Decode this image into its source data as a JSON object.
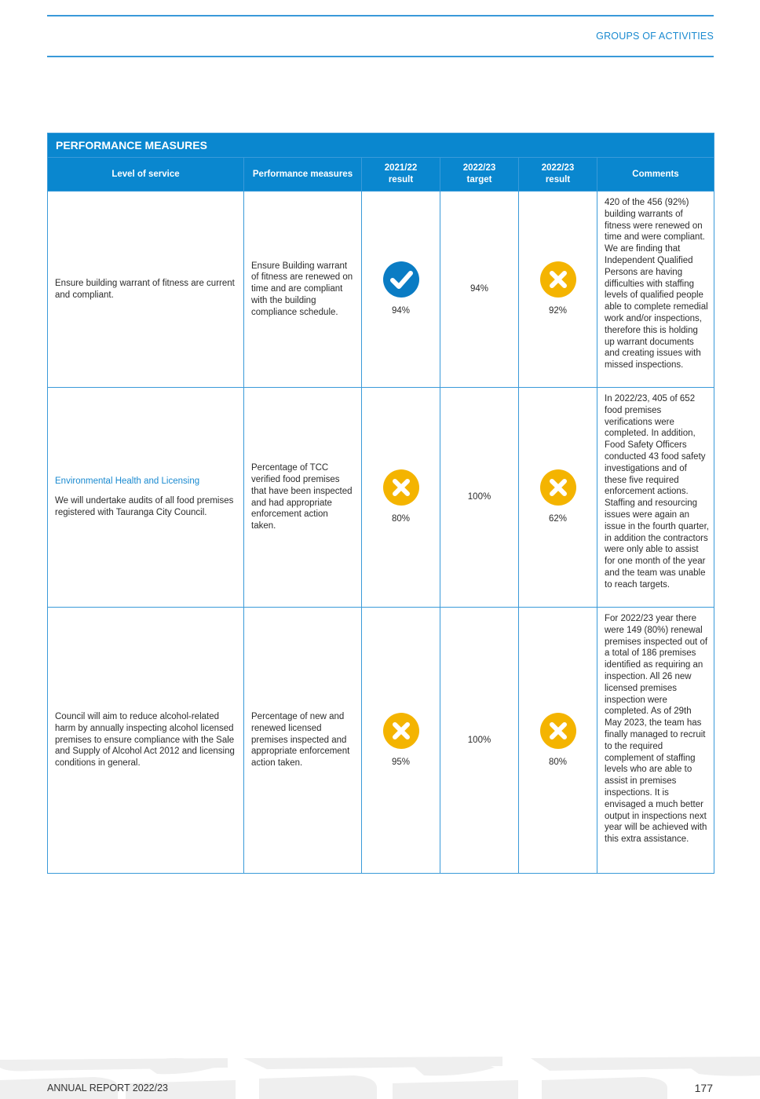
{
  "header": {
    "section_label": "GROUPS OF ACTIVITIES"
  },
  "table": {
    "title": "PERFORMANCE MEASURES",
    "columns": {
      "level_of_service": "Level of service",
      "performance_measures": "Performance measures",
      "result_2021_22": [
        "2021/22",
        "result"
      ],
      "target_2022_23": [
        "2022/23",
        "target"
      ],
      "result_2022_23": [
        "2022/23",
        "result"
      ],
      "comments": "Comments"
    },
    "rows": [
      {
        "level_link": "",
        "level_of_service": "Ensure building warrant of fitness are current and compliant.",
        "performance_measure": "Ensure Building warrant of fitness are renewed on time and are compliant with the building compliance schedule.",
        "result_2021_22": "94%",
        "result_2021_22_icon": "check-icon",
        "target_2022_23": "94%",
        "result_2022_23": "92%",
        "result_2022_23_icon": "cross-icon",
        "comment": "420 of the 456 (92%) building warrants of fitness were renewed on time and were compliant. We are finding that Independent Qualified Persons are having difficulties with staffing levels of qualified people able to complete remedial work and/or inspections, therefore this is holding up warrant documents and creating issues with missed inspections."
      },
      {
        "level_link": "Environmental Health and Licensing",
        "level_of_service": "We will undertake audits of all food premises registered with Tauranga City Council.",
        "performance_measure": "Percentage of TCC verified food premises that have been inspected and had appropriate enforcement action taken.",
        "result_2021_22": "80%",
        "result_2021_22_icon": "cross-icon",
        "target_2022_23": "100%",
        "result_2022_23": "62%",
        "result_2022_23_icon": "cross-icon",
        "comment": "In 2022/23, 405 of 652 food premises verifications were completed. In addition, Food Safety Officers conducted 43 food safety investigations and of these five required enforcement actions. Staffing and resourcing issues were again an issue in the fourth quarter, in addition the contractors were only able to assist for one month of the year and the team was unable to reach targets."
      },
      {
        "level_link": "",
        "level_of_service": "Council will aim to reduce alcohol-related harm by annually inspecting alcohol licensed premises to ensure compliance with the Sale and Supply of Alcohol Act 2012 and licensing conditions in general.",
        "performance_measure": "Percentage of new and renewed licensed premises inspected and appropriate enforcement action taken.",
        "result_2021_22": "95%",
        "result_2021_22_icon": "cross-icon",
        "target_2022_23": "100%",
        "result_2022_23": "80%",
        "result_2022_23_icon": "cross-icon",
        "comment": "For 2022/23 year there were 149 (80%) renewal premises inspected out of a total of 186 premises identified as requiring an inspection. All 26 new licensed premises inspection were completed.  As of 29th May 2023, the team has finally managed to recruit to the required complement of staffing levels who are able to assist in premises inspections. It is envisaged a much better output in inspections next year will be achieved with this extra assistance."
      }
    ]
  },
  "colors": {
    "accent": "#0a87cf",
    "achieved": "#0a7cc4",
    "not_achieved": "#f4b400",
    "rule": "#3a9ad9"
  },
  "footer": {
    "report_title": "ANNUAL REPORT 2022/23",
    "page_number": "177"
  }
}
